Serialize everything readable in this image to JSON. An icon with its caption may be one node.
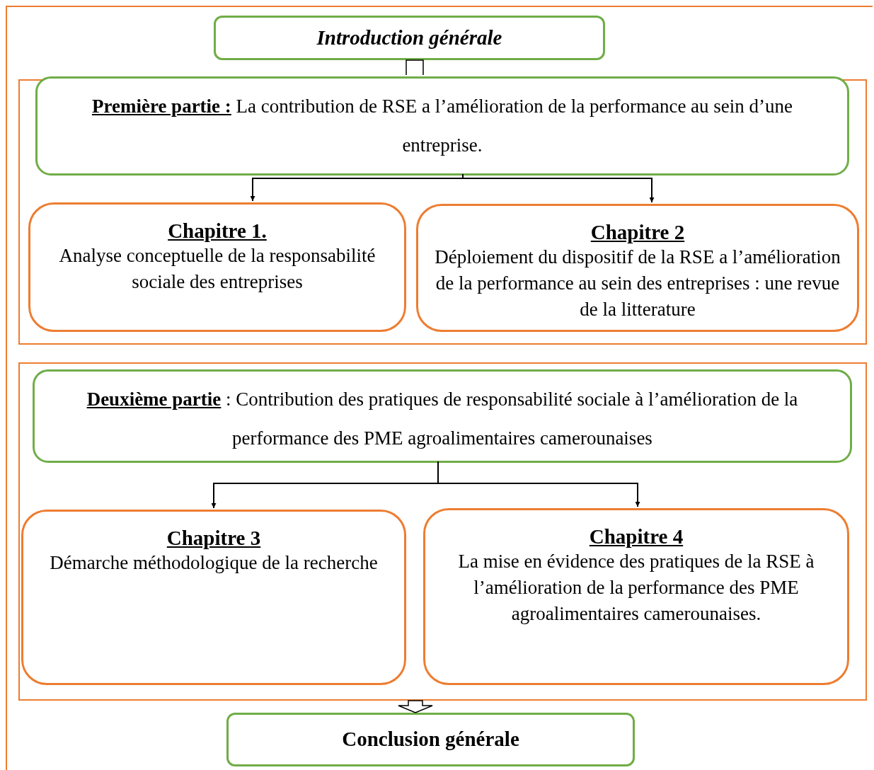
{
  "diagram": {
    "nodes": [
      {
        "text": [
          "Introduction générale"
        ]
      },
      {
        "text": [],
        "shape": "box"
      },
      {
        "text": [
          "**Première partie :** La contribution de RSE a l’amélioration de la performance au sein d’une entreprise."
        ],
        "in": 1
      },
      {
        "text": [
          "Chapitre 1.",
          "Analyse conceptuelle de la responsabilité sociale des entreprises"
        ],
        "in": 1
      },
      {
        "text": [
          "Chapitre 2",
          "Déploiement du dispositif de la RSE a l’amélioration de la performance au sein des entreprises : une revue de la litterature"
        ],
        "in": 1
      },
      {
        "text": [],
        "shape": "box"
      },
      {
        "text": [
          "**Deuxième partie** : Contribution des pratiques de responsabilité sociale à l’amélioration de la performance des PME agroalimentaires camerounaises"
        ],
        "in": 5
      },
      {
        "text": [
          "Chapitre 3",
          "Démarche méthodologique de la recherche"
        ],
        "in": 5
      },
      {
        "text": [
          "Chapitre 4",
          "La mise en évidence des pratiques de la RSE à l’amélioration de la performance des PME agroalimentaires camerounaises."
        ],
        "in": 5
      },
      {
        "text": [
          "Conclusion générale"
        ]
      }
    ],
    "edges": [
      {
        "from": 0,
        "to": 2,
        "arrow": "none"
      },
      {
        "from": 2,
        "to": 3,
        "arrow": "to"
      },
      {
        "from": 2,
        "to": 4,
        "arrow": "to"
      },
      {
        "from": 6,
        "to": 7,
        "arrow": "to"
      },
      {
        "from": 6,
        "to": 8,
        "arrow": "to"
      },
      {
        "from": 5,
        "to": 9,
        "arrow": "to"
      }
    ]
  }
}
